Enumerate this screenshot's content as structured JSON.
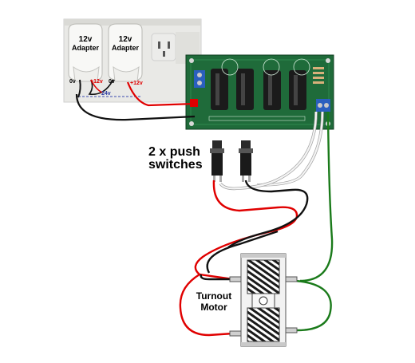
{
  "adapters": [
    {
      "voltage": "12v",
      "label": "Adapter"
    },
    {
      "voltage": "12v",
      "label": "Adapter"
    }
  ],
  "wiring_labels": {
    "left_0v": "0v",
    "left_plus": "+12v",
    "right_0v": "0v",
    "right_plus": "+12v",
    "total": "24v"
  },
  "switch_label": {
    "line1": "2 x push",
    "line2": "switches"
  },
  "motor_label": {
    "line1": "Turnout",
    "line2": "Motor"
  },
  "colors": {
    "wire_red": "#e00000",
    "wire_black": "#111111",
    "wire_green": "#1a7a1a",
    "wire_white": "#f4f4f4",
    "pcb": "#1f6b3a"
  }
}
